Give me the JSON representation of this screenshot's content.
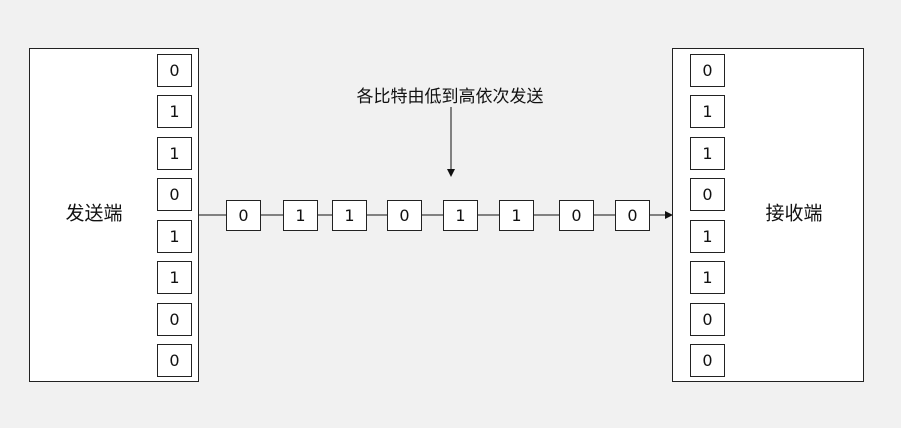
{
  "sender": {
    "label": "发送端",
    "bits": [
      "0",
      "1",
      "1",
      "0",
      "1",
      "1",
      "0",
      "0"
    ]
  },
  "receiver": {
    "label": "接收端",
    "bits": [
      "0",
      "1",
      "1",
      "0",
      "1",
      "1",
      "0",
      "0"
    ]
  },
  "stream": {
    "bits": [
      "0",
      "1",
      "1",
      "0",
      "1",
      "1",
      "0",
      "0"
    ]
  },
  "note": "各比特由低到高依次发送"
}
